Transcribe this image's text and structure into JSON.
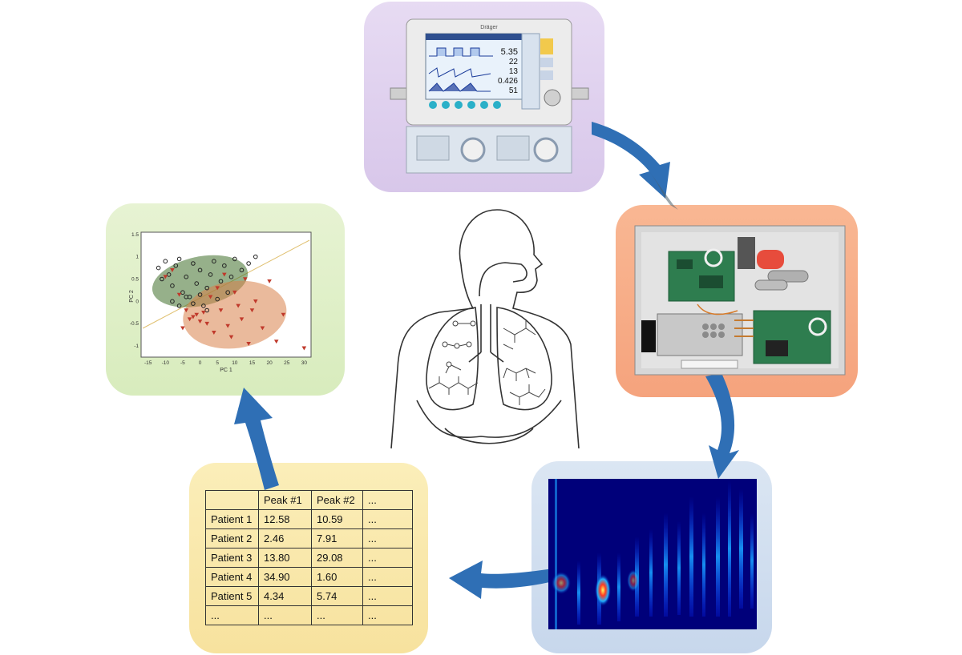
{
  "ventilator": {
    "brand": "Dräger",
    "readouts": [
      "5.35",
      "22",
      "13",
      "0.426",
      "51"
    ]
  },
  "table": {
    "header": [
      "",
      "Peak #1",
      "Peak #2",
      "..."
    ],
    "rows": [
      [
        "Patient 1",
        "12.58",
        "10.59",
        "..."
      ],
      [
        "Patient 2",
        "2.46",
        "7.91",
        "..."
      ],
      [
        "Patient 3",
        "13.80",
        "29.08",
        "..."
      ],
      [
        "Patient 4",
        "34.90",
        "1.60",
        "..."
      ],
      [
        "Patient 5",
        "4.34",
        "5.74",
        "..."
      ],
      [
        "...",
        "...",
        "...",
        "..."
      ]
    ]
  },
  "pca": {
    "xlabel": "PC 1",
    "ylabel": "PC 2",
    "xticks": [
      "-15",
      "-10",
      "-5",
      "0",
      "5",
      "10",
      "15",
      "20",
      "25",
      "30"
    ],
    "yticks": [
      "1.5",
      "1",
      "0.5",
      "0",
      "-0.5",
      "-1"
    ]
  },
  "colors": {
    "arrow": "#2f6fb5",
    "panel_ventilator": "#dccbee",
    "panel_sensor": "#f7ab84",
    "panel_spectrum": "#cddcee",
    "panel_table": "#f8e6a6",
    "panel_pca": "#ddeec4",
    "marker_triangle": "#c0392b",
    "marker_circle": "#222222"
  },
  "chart_data": {
    "type": "scatter",
    "xlim": [
      -17,
      32
    ],
    "ylim": [
      -1.25,
      1.55
    ],
    "grid": false,
    "series": [
      {
        "marker": "circle",
        "color": "#222222",
        "points": [
          [
            -12,
            0.75
          ],
          [
            -11,
            0.5
          ],
          [
            -10,
            0.9
          ],
          [
            -9,
            0.6
          ],
          [
            -8,
            0.35
          ],
          [
            -7,
            0.8
          ],
          [
            -6,
            0.95
          ],
          [
            -5,
            0.2
          ],
          [
            -4,
            0.55
          ],
          [
            -3,
            0.1
          ],
          [
            -2,
            0.85
          ],
          [
            -1,
            0.4
          ],
          [
            0,
            0.7
          ],
          [
            1,
            -0.1
          ],
          [
            2,
            0.3
          ],
          [
            3,
            0.6
          ],
          [
            4,
            0.9
          ],
          [
            5,
            0.05
          ],
          [
            6,
            0.45
          ],
          [
            7,
            0.8
          ],
          [
            8,
            0.2
          ],
          [
            9,
            0.55
          ],
          [
            10,
            0.95
          ],
          [
            12,
            0.7
          ],
          [
            14,
            0.85
          ],
          [
            16,
            1.0
          ],
          [
            -8,
            0.0
          ],
          [
            -6,
            -0.1
          ],
          [
            -4,
            0.1
          ],
          [
            -2,
            -0.05
          ],
          [
            0,
            0.15
          ],
          [
            2,
            -0.2
          ]
        ]
      },
      {
        "marker": "triangle",
        "color": "#c0392b",
        "points": [
          [
            -10,
            0.55
          ],
          [
            -8,
            0.7
          ],
          [
            -6,
            0.15
          ],
          [
            -4,
            -0.2
          ],
          [
            -3,
            -0.4
          ],
          [
            -2,
            -0.35
          ],
          [
            -1,
            -0.3
          ],
          [
            0,
            -0.45
          ],
          [
            1,
            -0.25
          ],
          [
            2,
            -0.5
          ],
          [
            3,
            0.1
          ],
          [
            5,
            0.3
          ],
          [
            6,
            -0.2
          ],
          [
            7,
            0.6
          ],
          [
            8,
            -0.55
          ],
          [
            10,
            0.2
          ],
          [
            11,
            -0.1
          ],
          [
            12,
            -0.4
          ],
          [
            13,
            0.5
          ],
          [
            15,
            -0.2
          ],
          [
            16,
            0.0
          ],
          [
            18,
            -0.6
          ],
          [
            20,
            0.45
          ],
          [
            22,
            -0.9
          ],
          [
            24,
            -0.3
          ],
          [
            30,
            -1.05
          ],
          [
            -5,
            -0.6
          ],
          [
            4,
            -0.7
          ],
          [
            9,
            -0.8
          ],
          [
            14,
            -0.95
          ]
        ]
      }
    ],
    "ellipses": [
      {
        "color": "#3f6f2a",
        "cx": 0,
        "cy": 0.45,
        "rx": 14,
        "ry": 0.55,
        "angle": 12
      },
      {
        "color": "#d9824a",
        "cx": 10,
        "cy": -0.3,
        "rx": 15,
        "ry": 0.75,
        "angle": 8
      }
    ]
  }
}
